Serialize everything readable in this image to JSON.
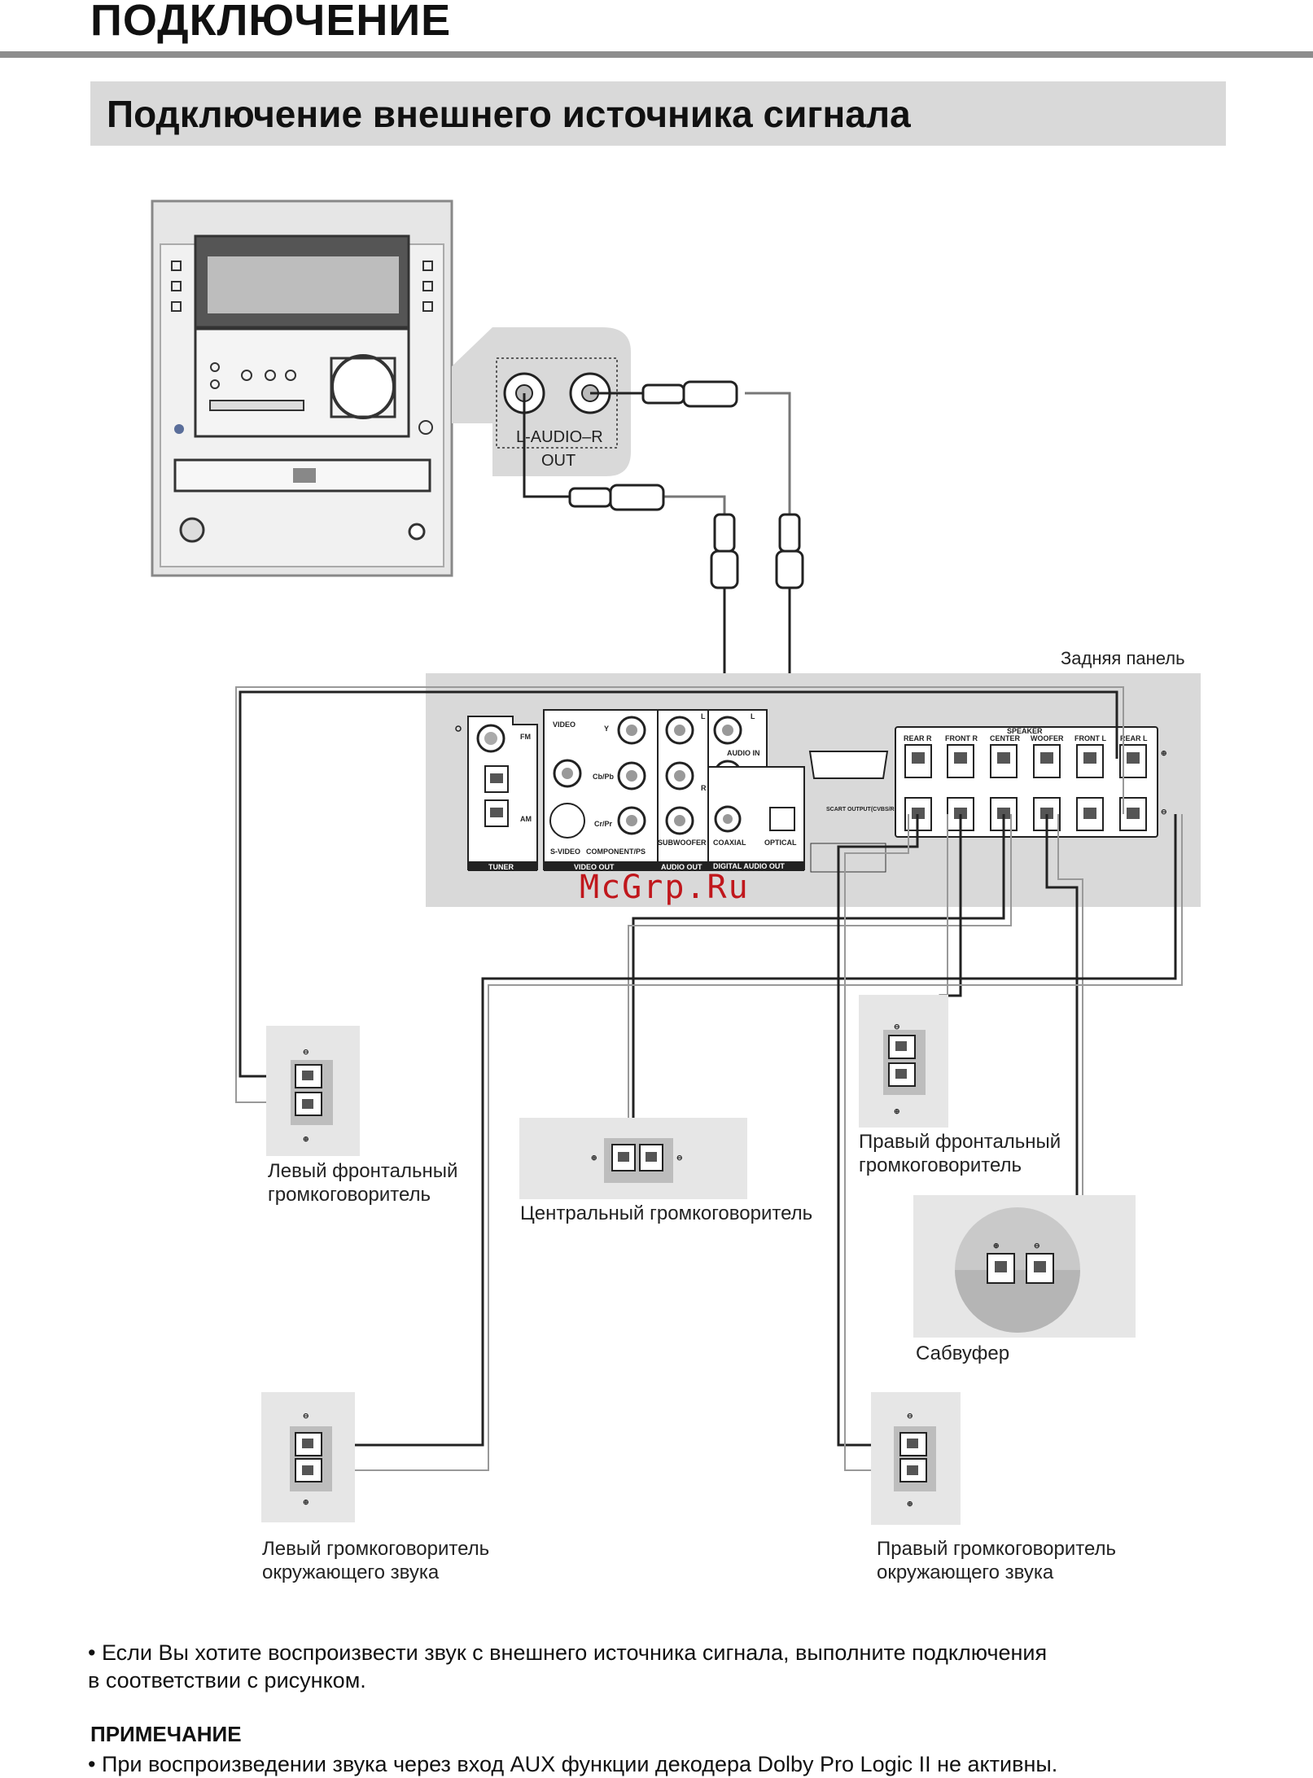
{
  "page": {
    "title": "ПОДКЛЮЧЕНИЕ",
    "section_title": "Подключение внешнего источника сигнала"
  },
  "diagram": {
    "rear_panel_label": "Задняя панель",
    "jack_label": "L-AUDIO–R",
    "jack_out": "OUT",
    "watermark": "McGrp.Ru",
    "panel_labels": {
      "fm": "FM",
      "am": "AM",
      "tuner": "TUNER",
      "video": "VIDEO",
      "y": "Y",
      "cbpb": "Cb/Pb",
      "crpr": "Cr/Pr",
      "svideo": "S-VIDEO",
      "component": "COMPONENT/PS",
      "video_out": "VIDEO OUT",
      "subwoofer": "SUBWOOFER",
      "audio_out": "AUDIO OUT",
      "audio_in": "AUDIO IN",
      "l": "L",
      "r": "R",
      "coaxial": "COAXIAL",
      "optical": "OPTICAL",
      "digital_audio_out": "DIGITAL AUDIO OUT",
      "scart": "SCART OUTPUT(CVBS/RGB)",
      "speaker": "SPEAKER",
      "rear_r": "REAR R",
      "front_r": "FRONT R",
      "center": "CENTER",
      "woofer": "WOOFER",
      "front_l": "FRONT L",
      "rear_l": "REAR L",
      "plus": "⊕",
      "minus": "⊖"
    },
    "speakers": {
      "front_left": "Левый фронтальный\nгромкоговоритель",
      "center": "Центральный громкоговоритель",
      "front_right": "Правый фронтальный\nгромкоговоритель",
      "subwoofer": "Сабвуфер",
      "surround_left": "Левый громкоговоритель\nокружающего звука",
      "surround_right": "Правый громкоговоритель\nокружающего звука"
    }
  },
  "text": {
    "bullet1": "• Если Вы хотите воспроизвести звук с внешнего источника сигнала, выполните подключения\n  в соответствии с рисунком.",
    "note_title": "ПРИМЕЧАНИЕ",
    "note1": "• При воспроизведении звука через вход AUX функции декодера Dolby Pro Logic II не активны."
  }
}
